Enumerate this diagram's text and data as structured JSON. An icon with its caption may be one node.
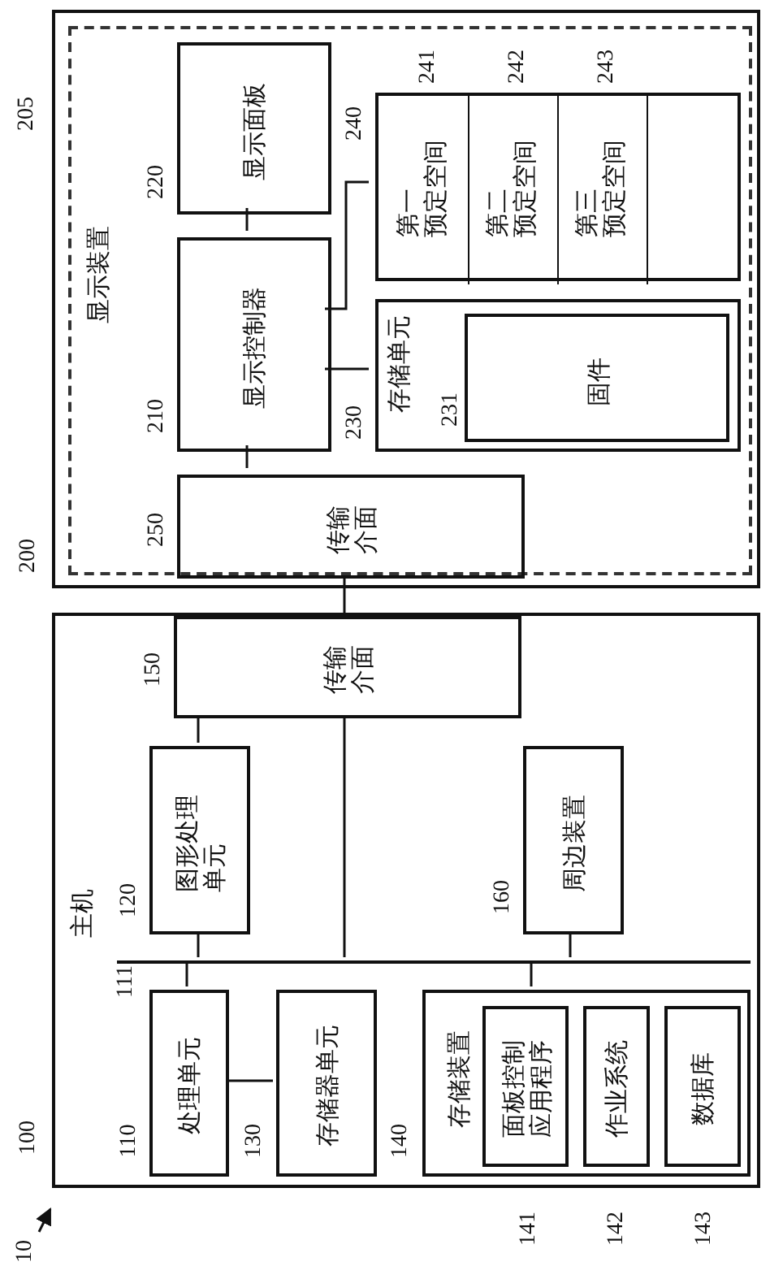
{
  "diagram": {
    "nodes": [
      {
        "text": [],
        "shape": "box",
        "beside": [
          "200"
        ]
      },
      {
        "text": [
          "显示装置"
        ],
        "beside": [
          "205"
        ],
        "in": 0
      },
      {
        "text": [
          "显示面板"
        ],
        "beside": [
          "220"
        ],
        "in": 1
      },
      {
        "text": [
          "显示控制器"
        ],
        "beside": [
          "210"
        ],
        "in": 1
      },
      {
        "text": [],
        "shape": "box",
        "beside": [
          "240"
        ],
        "in": 1
      },
      {
        "text": [
          "第一预定空间"
        ],
        "beside": [
          "241"
        ],
        "in": 4
      },
      {
        "text": [
          "第二预定空间"
        ],
        "beside": [
          "242"
        ],
        "in": 4
      },
      {
        "text": [
          "第三预定空间"
        ],
        "beside": [
          "243"
        ],
        "in": 4
      },
      {
        "text": [
          "存储单元"
        ],
        "beside": [
          "230"
        ],
        "in": 1
      },
      {
        "text": [
          "固件"
        ],
        "beside": [
          "231"
        ],
        "in": 8
      },
      {
        "text": [
          "传输介面"
        ],
        "beside": [
          "250"
        ],
        "in": 1
      },
      {
        "text": [
          "主机"
        ],
        "beside": [
          "100"
        ]
      },
      {
        "text": [
          "传输介面"
        ],
        "beside": [
          "150"
        ],
        "in": 11
      },
      {
        "text": [
          "图形处理单元"
        ],
        "beside": [
          "120"
        ],
        "in": 11
      },
      {
        "text": [
          "周边装置"
        ],
        "beside": [
          "160"
        ],
        "in": 11
      },
      {
        "text": [],
        "shape": "bar",
        "beside": [
          "111"
        ],
        "in": 11
      },
      {
        "text": [
          "处理单元"
        ],
        "beside": [
          "110"
        ],
        "in": 11
      },
      {
        "text": [
          "存储器单元"
        ],
        "beside": [
          "130"
        ],
        "in": 11
      },
      {
        "text": [
          "存储装置"
        ],
        "beside": [
          "140"
        ],
        "in": 11
      },
      {
        "text": [
          "面板控制应用程序"
        ],
        "beside": [
          "141"
        ],
        "in": 18
      },
      {
        "text": [
          "作业系统"
        ],
        "beside": [
          "142"
        ],
        "in": 18
      },
      {
        "text": [
          "数据库"
        ],
        "beside": [
          "143"
        ],
        "in": 18
      },
      {
        "text": [
          "10"
        ]
      }
    ],
    "edges": [
      {
        "from": 2,
        "to": 3,
        "arrow": "none"
      },
      {
        "from": 3,
        "to": 4,
        "arrow": "none"
      },
      {
        "from": 3,
        "to": 8,
        "arrow": "none"
      },
      {
        "from": 3,
        "to": 10,
        "arrow": "none"
      },
      {
        "from": 10,
        "to": 12,
        "arrow": "none"
      },
      {
        "from": 12,
        "to": 13,
        "arrow": "none"
      },
      {
        "from": 12,
        "to": 15,
        "arrow": "none"
      },
      {
        "from": 13,
        "to": 15,
        "arrow": "none"
      },
      {
        "from": 14,
        "to": 15,
        "arrow": "none"
      },
      {
        "from": 16,
        "to": 15,
        "arrow": "none"
      },
      {
        "from": 18,
        "to": 15,
        "arrow": "none"
      },
      {
        "from": 16,
        "to": 17,
        "arrow": "none"
      },
      {
        "from": 22,
        "to": null,
        "arrow": "to"
      }
    ]
  }
}
